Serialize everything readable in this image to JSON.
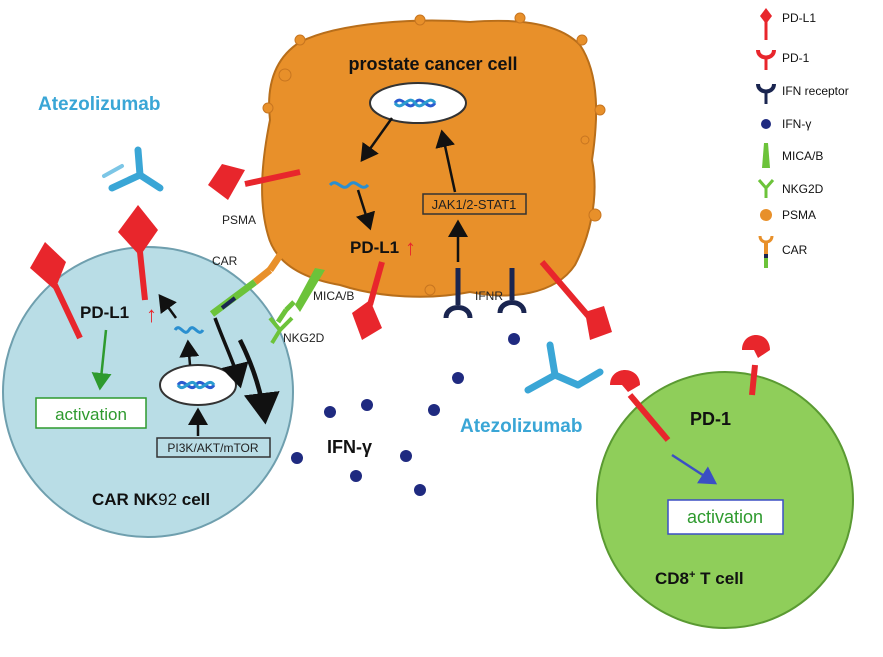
{
  "cells": {
    "prostate": "prostate cancer cell",
    "nk": {
      "main": "CAR NK",
      "num": "92",
      "rest": " cell"
    },
    "t": {
      "main": "CD8",
      "sup": "+",
      "rest": " T cell"
    }
  },
  "labels": {
    "atezo_left": "Atezolizumab",
    "atezo_right": "Atezolizumab",
    "psma": "PSMA",
    "car": "CAR",
    "mica": "MICA/B",
    "nkg2d": "NKG2D",
    "ifnr": "IFNR",
    "ifn_gamma": "IFN-γ",
    "pdl1_cancer": "PD-L1",
    "pdl1_nk": "PD-L1",
    "pd1_t": "PD-1",
    "jak": "JAK1/2-STAT1",
    "pi3k": "PI3K/AKT/mTOR",
    "activation_nk": "activation",
    "activation_t": "activation",
    "up_arrow": "↑"
  },
  "legend": [
    {
      "icon": "pdl1-icon",
      "label": "PD-L1"
    },
    {
      "icon": "pd1-icon",
      "label": "PD-1"
    },
    {
      "icon": "ifn-receptor-icon",
      "label": "IFN receptor"
    },
    {
      "icon": "ifn-gamma-icon",
      "label": "IFN-γ"
    },
    {
      "icon": "mica-b-icon",
      "label": "MICA/B"
    },
    {
      "icon": "nkg2d-icon",
      "label": "NKG2D"
    },
    {
      "icon": "psma-icon",
      "label": "PSMA"
    },
    {
      "icon": "car-icon",
      "label": "CAR"
    }
  ],
  "colors": {
    "cancer": "#e8902a",
    "nk_cell": "#b9dde6",
    "t_cell": "#8fce5a",
    "pdl1": "#e8262c",
    "antibody": "#3aa6d6",
    "ifn": "#1f2a80",
    "mica": "#6cc33a",
    "activation_text": "#2e9a2e"
  }
}
